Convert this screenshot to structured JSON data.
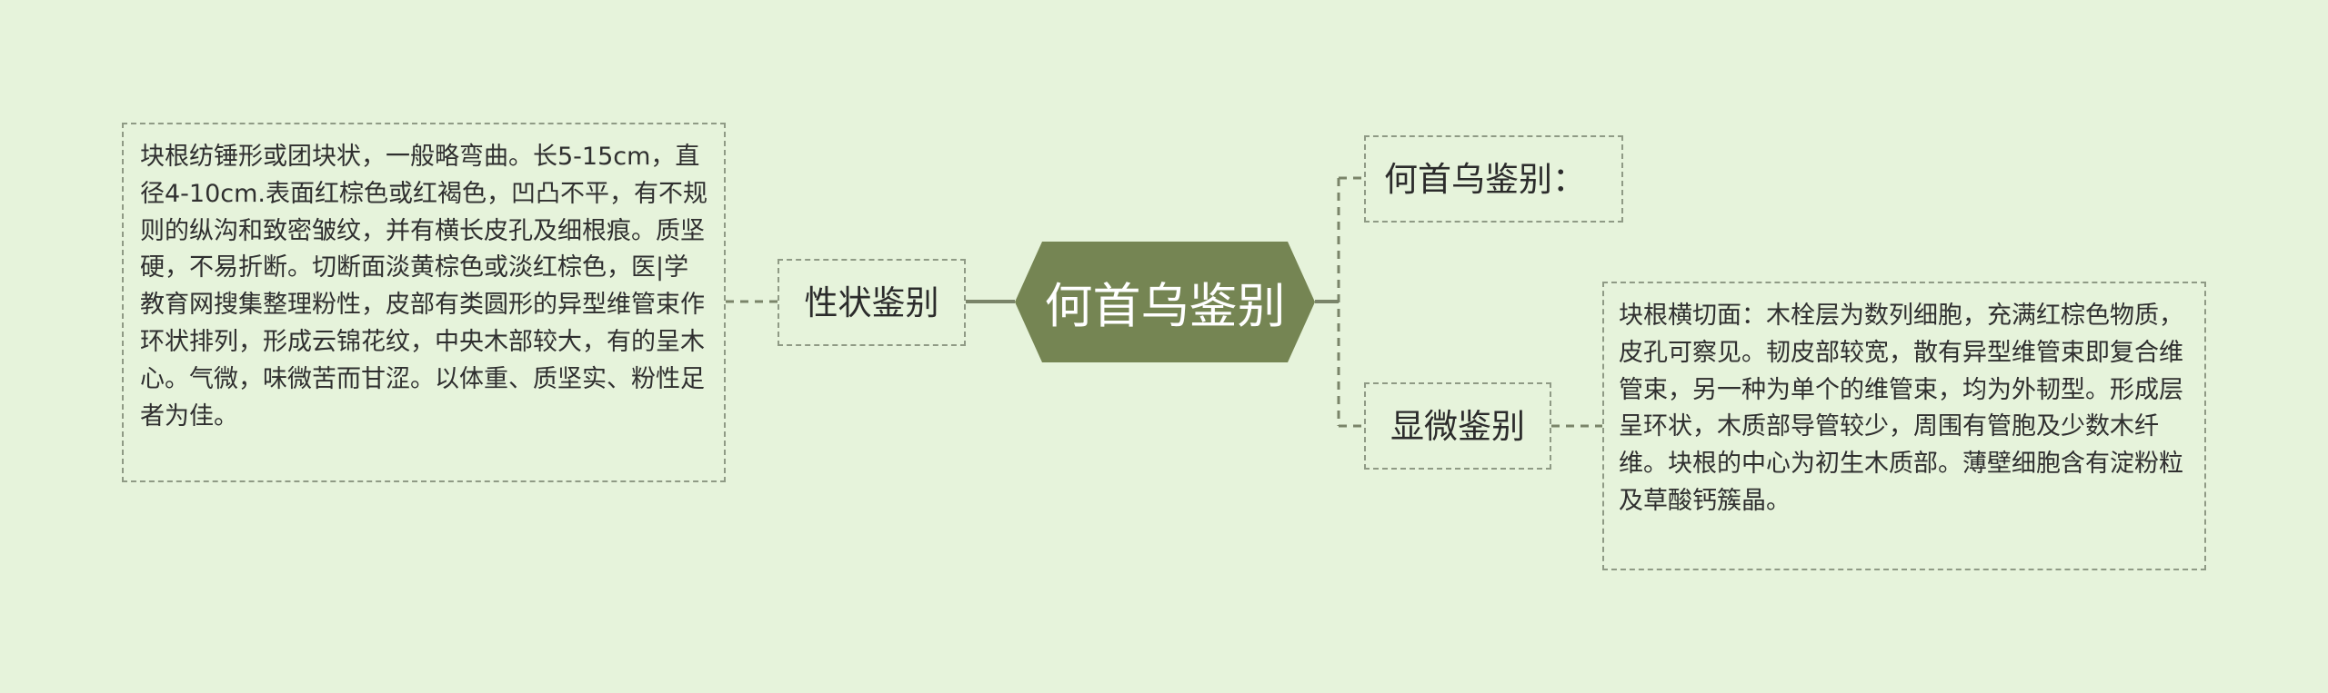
{
  "root": {
    "label": "何首乌鉴别"
  },
  "branches": {
    "xingzhuang": {
      "label": "性状鉴别",
      "detail": "块根纺锤形或团块状，一般略弯曲。长5-15cm，直径4-10cm.表面红棕色或红褐色，凹凸不平，有不规则的纵沟和致密皱纹，并有横长皮孔及细根痕。质坚硬，不易折断。切断面淡黄棕色或淡红棕色，医|学教育网搜集整理粉性，皮部有类圆形的异型维管束作环状排列，形成云锦花纹，中央木部较大，有的呈木心。气微，味微苦而甘涩。以体重、质坚实、粉性足者为佳。"
    },
    "heshouwu": {
      "label": "何首乌鉴别："
    },
    "xianwei": {
      "label": "显微鉴别",
      "detail": "块根横切面：木栓层为数列细胞，充满红棕色物质，皮孔可察见。韧皮部较宽，散有异型维管束即复合维管束，另一种为单个的维管束，均为外韧型。形成层呈环状，木质部导管较少，周围有管胞及少数木纤维。块根的中心为初生木质部。薄壁细胞含有淀粉粒及草酸钙簇晶。"
    }
  },
  "colors": {
    "background": "#e6f3db",
    "root_fill": "#758553",
    "connector": "#7a8469",
    "dashed_border": "#8f9a85"
  }
}
